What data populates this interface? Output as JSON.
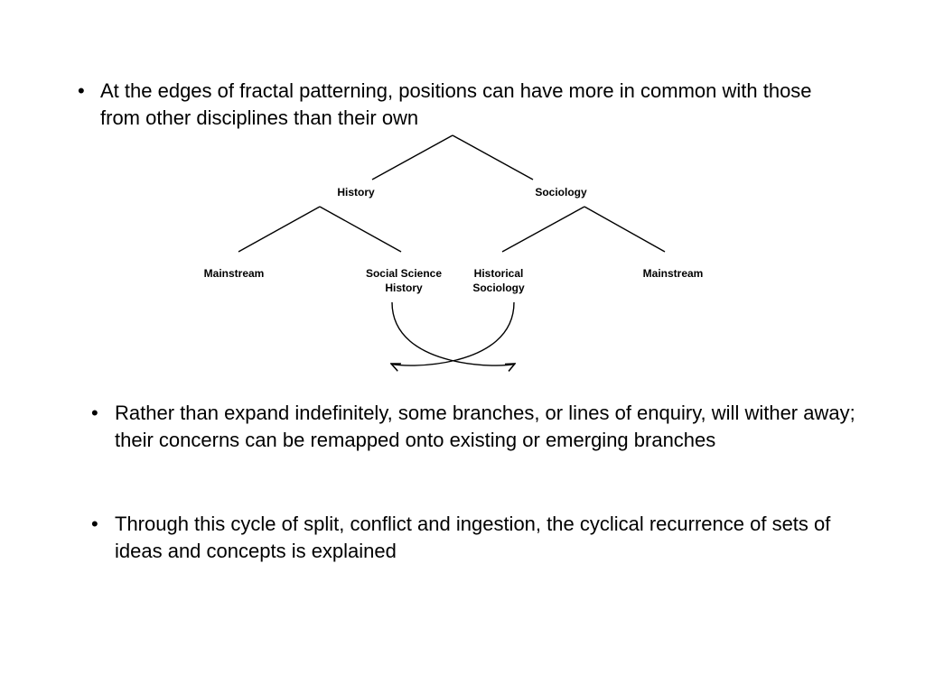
{
  "bullets": {
    "symbol": "•",
    "first": "At the edges of fractal patterning, positions can have more in common with those from other disciplines than their own",
    "second": "Rather than expand indefinitely, some branches, or lines of enquiry, will wither away; their concerns can be remapped onto existing or emerging branches",
    "third": "Through this cycle of split, conflict and ingestion, the cyclical recurrence of sets of ideas and concepts is explained"
  },
  "tree": {
    "level1": {
      "left": "History",
      "right": "Sociology"
    },
    "level2": {
      "history_left": "Mainstream",
      "history_right": "Social Science\nHistory",
      "sociology_left": "Historical\nSociology",
      "sociology_right": "Mainstream"
    },
    "line_color": "#000000"
  }
}
